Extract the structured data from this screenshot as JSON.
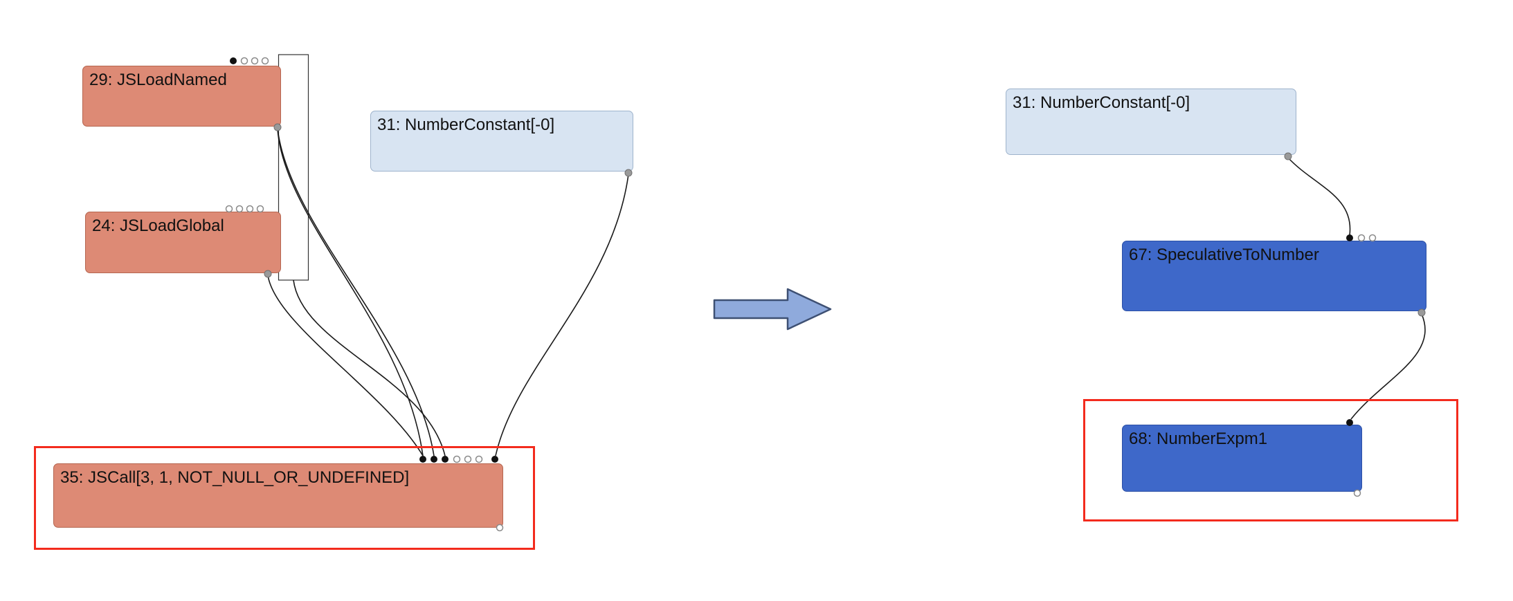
{
  "figure": {
    "left_graph": {
      "nodes": [
        {
          "id": "29",
          "label": "29: JSLoadNamed",
          "kind": "js",
          "highlighted": false
        },
        {
          "id": "31",
          "label": "31: NumberConstant[-0]",
          "kind": "constant",
          "highlighted": false
        },
        {
          "id": "24",
          "label": "24: JSLoadGlobal",
          "kind": "js",
          "highlighted": false
        },
        {
          "id": "35",
          "label": "35: JSCall[3, 1, NOT_NULL_OR_UNDEFINED]",
          "kind": "js",
          "highlighted": true
        }
      ],
      "edges": [
        {
          "from": "29",
          "to": "35"
        },
        {
          "from": "29",
          "to": "35"
        },
        {
          "from": "29",
          "to": "35"
        },
        {
          "from": "24",
          "to": "35"
        },
        {
          "from": "31",
          "to": "35"
        }
      ]
    },
    "right_graph": {
      "nodes": [
        {
          "id": "31",
          "label": "31: NumberConstant[-0]",
          "kind": "constant",
          "highlighted": false
        },
        {
          "id": "67",
          "label": "67: SpeculativeToNumber",
          "kind": "simplified",
          "highlighted": false
        },
        {
          "id": "68",
          "label": "68: NumberExpm1",
          "kind": "simplified",
          "highlighted": true
        }
      ],
      "edges": [
        {
          "from": "31",
          "to": "67"
        },
        {
          "from": "67",
          "to": "68"
        }
      ]
    },
    "colors": {
      "background": "#ffffff",
      "js_node_fill": "#dd8a75",
      "js_node_border": "#b5654f",
      "constant_node_fill": "#d8e4f2",
      "constant_node_border": "#9eb3cc",
      "simplified_node_fill": "#3e68c9",
      "simplified_node_border": "#2b4fa5",
      "highlight_outline": "#f32b1d",
      "arrow_fill": "#8faadc",
      "arrow_border": "#3e5073",
      "edge_color": "#1a1a1a"
    }
  }
}
